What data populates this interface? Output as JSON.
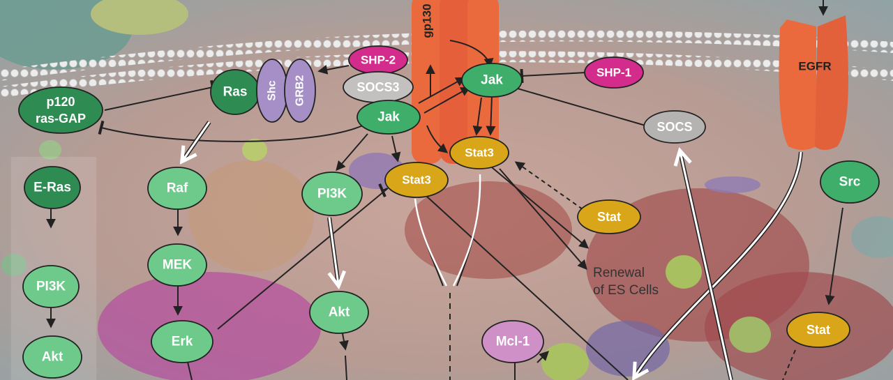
{
  "colors": {
    "green": "#3fae6a",
    "green_light": "#6dca8a",
    "green_dark": "#2e8c53",
    "yellow": "#d9a61a",
    "magenta": "#d42c8c",
    "purple": "#a58fc6",
    "gray": "#b5b3b1",
    "orange": "#ea6a3e",
    "mauve": "#cf8fc7"
  },
  "nodes": {
    "p120": {
      "line1": "p120",
      "line2": "ras-GAP"
    },
    "ras": "Ras",
    "shc": "Shc",
    "grb2": "GRB2",
    "shp2": "SHP-2",
    "socs3": "SOCS3",
    "jak_left": "Jak",
    "jak_right": "Jak",
    "shp1": "SHP-1",
    "gp130": "gp130",
    "egfr": "EGFR",
    "socs": "SOCS",
    "stat3_left": "Stat3",
    "stat3_right": "Stat3",
    "stat_mid": "Stat",
    "stat_right": "Stat",
    "src": "Src",
    "eras": "E-Ras",
    "pi3k_left": "PI3K",
    "akt_left": "Akt",
    "raf": "Raf",
    "mek": "MEK",
    "erk": "Erk",
    "pi3k_mid": "PI3K",
    "akt_mid": "Akt",
    "mcl1": "Mcl-1"
  },
  "labels": {
    "renewal_line1": "Renewal",
    "renewal_line2": "of ES Cells"
  }
}
